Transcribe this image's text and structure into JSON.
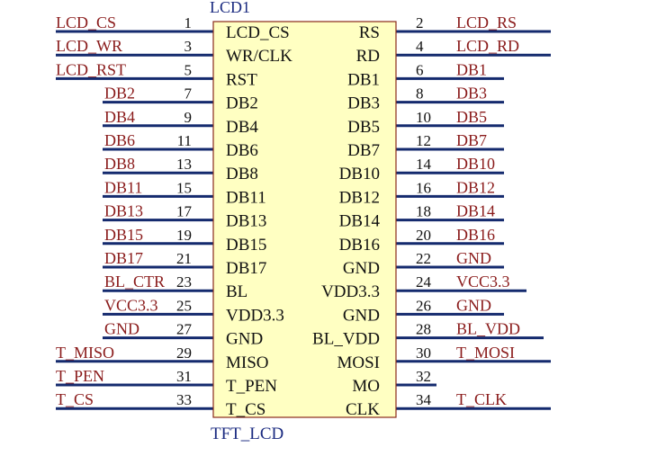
{
  "component": {
    "designator": "LCD1",
    "value": "TFT_LCD",
    "colors": {
      "background": "#ffffff",
      "body_fill": "#ffffc2",
      "body_stroke": "#8a2a1a",
      "pin_line": "#142a6e",
      "net_label": "#8a1b1b",
      "pin_number": "#111111",
      "pin_name": "#111111",
      "designator": "#1a2a80"
    }
  },
  "left_pins": [
    {
      "number": "1",
      "name": "LCD_CS",
      "net": "LCD_CS"
    },
    {
      "number": "3",
      "name": "WR/CLK",
      "net": "LCD_WR"
    },
    {
      "number": "5",
      "name": "RST",
      "net": "LCD_RST"
    },
    {
      "number": "7",
      "name": "DB2",
      "net": "DB2"
    },
    {
      "number": "9",
      "name": "DB4",
      "net": "DB4"
    },
    {
      "number": "11",
      "name": "DB6",
      "net": "DB6"
    },
    {
      "number": "13",
      "name": "DB8",
      "net": "DB8"
    },
    {
      "number": "15",
      "name": "DB11",
      "net": "DB11"
    },
    {
      "number": "17",
      "name": "DB13",
      "net": "DB13"
    },
    {
      "number": "19",
      "name": "DB15",
      "net": "DB15"
    },
    {
      "number": "21",
      "name": "DB17",
      "net": "DB17"
    },
    {
      "number": "23",
      "name": "BL",
      "net": "BL_CTR"
    },
    {
      "number": "25",
      "name": "VDD3.3",
      "net": "VCC3.3"
    },
    {
      "number": "27",
      "name": "GND",
      "net": "GND"
    },
    {
      "number": "29",
      "name": "MISO",
      "net": "T_MISO"
    },
    {
      "number": "31",
      "name": "T_PEN",
      "net": "T_PEN"
    },
    {
      "number": "33",
      "name": "T_CS",
      "net": "T_CS"
    }
  ],
  "right_pins": [
    {
      "number": "2",
      "name": "RS",
      "net": "LCD_RS"
    },
    {
      "number": "4",
      "name": "RD",
      "net": "LCD_RD"
    },
    {
      "number": "6",
      "name": "DB1",
      "net": "DB1"
    },
    {
      "number": "8",
      "name": "DB3",
      "net": "DB3"
    },
    {
      "number": "10",
      "name": "DB5",
      "net": "DB5"
    },
    {
      "number": "12",
      "name": "DB7",
      "net": "DB7"
    },
    {
      "number": "14",
      "name": "DB10",
      "net": "DB10"
    },
    {
      "number": "16",
      "name": "DB12",
      "net": "DB12"
    },
    {
      "number": "18",
      "name": "DB14",
      "net": "DB14"
    },
    {
      "number": "20",
      "name": "DB16",
      "net": "DB16"
    },
    {
      "number": "22",
      "name": "GND",
      "net": "GND"
    },
    {
      "number": "24",
      "name": "VDD3.3",
      "net": "VCC3.3"
    },
    {
      "number": "26",
      "name": "GND",
      "net": "GND"
    },
    {
      "number": "28",
      "name": "BL_VDD",
      "net": "BL_VDD"
    },
    {
      "number": "30",
      "name": "MOSI",
      "net": "T_MOSI"
    },
    {
      "number": "32",
      "name": "MO",
      "net": ""
    },
    {
      "number": "34",
      "name": "CLK",
      "net": "T_CLK"
    }
  ]
}
